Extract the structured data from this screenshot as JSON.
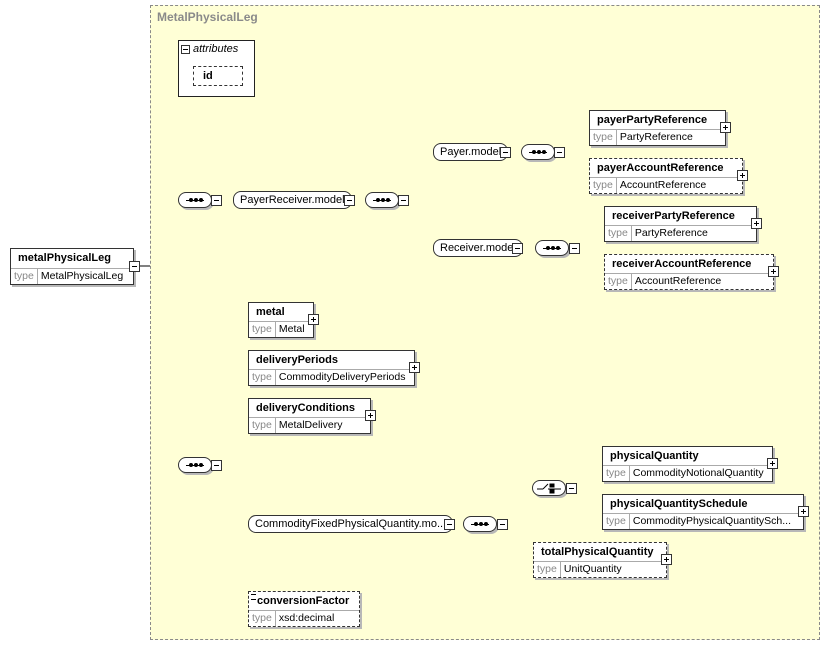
{
  "group": {
    "title": "MetalPhysicalLeg"
  },
  "attributes": {
    "label": "attributes",
    "items": [
      "id"
    ]
  },
  "type_key": "type",
  "root": {
    "name": "metalPhysicalLeg",
    "type": "MetalPhysicalLeg"
  },
  "models": {
    "payer_receiver": "PayerReceiver.model",
    "payer": "Payer.model",
    "receiver": "Receiver.model",
    "commodity_fixed": "CommodityFixedPhysicalQuantity.mo..."
  },
  "elements": [
    {
      "key": "payerPartyReference",
      "name": "payerPartyReference",
      "type": "PartyReference",
      "optional": false
    },
    {
      "key": "payerAccountReference",
      "name": "payerAccountReference",
      "type": "AccountReference",
      "optional": true
    },
    {
      "key": "receiverPartyReference",
      "name": "receiverPartyReference",
      "type": "PartyReference",
      "optional": false
    },
    {
      "key": "receiverAccountReference",
      "name": "receiverAccountReference",
      "type": "AccountReference",
      "optional": true
    },
    {
      "key": "metal",
      "name": "metal",
      "type": "Metal",
      "optional": false
    },
    {
      "key": "deliveryPeriods",
      "name": "deliveryPeriods",
      "type": "CommodityDeliveryPeriods",
      "optional": false
    },
    {
      "key": "deliveryConditions",
      "name": "deliveryConditions",
      "type": "MetalDelivery",
      "optional": false
    },
    {
      "key": "physicalQuantity",
      "name": "physicalQuantity",
      "type": "CommodityNotionalQuantity",
      "optional": false
    },
    {
      "key": "physicalQuantitySchedule",
      "name": "physicalQuantitySchedule",
      "type": "CommodityPhysicalQuantitySch...",
      "optional": false
    },
    {
      "key": "totalPhysicalQuantity",
      "name": "totalPhysicalQuantity",
      "type": "UnitQuantity",
      "optional": true
    },
    {
      "key": "conversionFactor",
      "name": "conversionFactor",
      "type": "xsd:decimal",
      "optional": true
    }
  ]
}
